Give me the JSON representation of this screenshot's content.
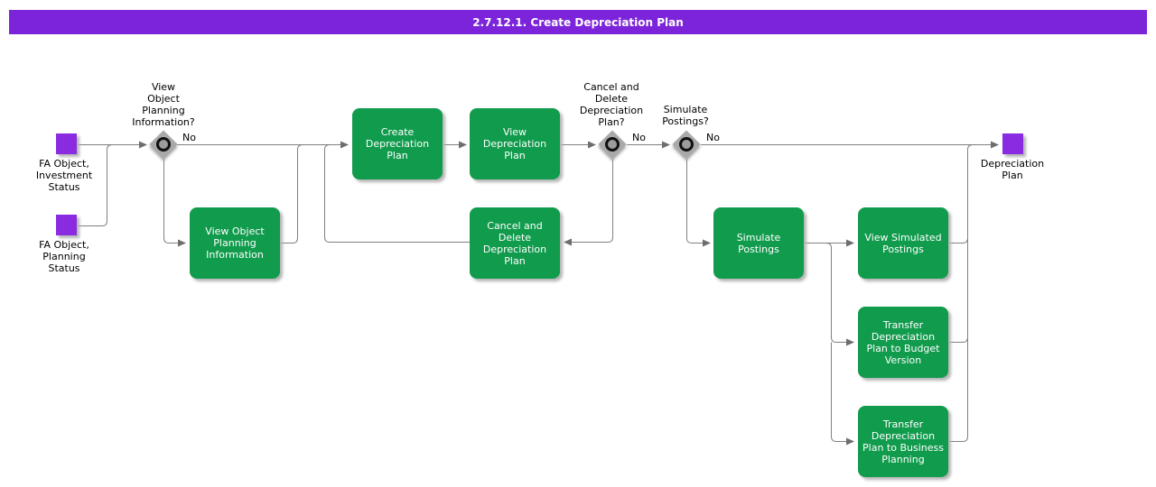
{
  "header": {
    "title": "2.7.12.1. Create Depreciation Plan"
  },
  "colors": {
    "banner": "#7c24d9",
    "event_square": "#8a2be2",
    "activity_box": "#119b4d",
    "connector": "#808080",
    "decision_diamond": "#a9a9a9"
  },
  "events": [
    {
      "label": "FA Object,\nInvestment\nStatus"
    },
    {
      "label": "FA Object,\nPlanning\nStatus"
    },
    {
      "label": "Depreciation\nPlan"
    }
  ],
  "decisions": [
    {
      "question": "View\nObject\nPlanning\nInformation?",
      "no_label": "No"
    },
    {
      "question": "Cancel and\nDelete\nDepreciation\nPlan?",
      "no_label": "No"
    },
    {
      "question": "Simulate\nPostings?",
      "no_label": "No"
    }
  ],
  "activities": [
    {
      "label": "View Object\nPlanning\nInformation"
    },
    {
      "label": "Create\nDepreciation\nPlan"
    },
    {
      "label": "View\nDepreciation\nPlan"
    },
    {
      "label": "Cancel and\nDelete\nDepreciation\nPlan"
    },
    {
      "label": "Simulate\nPostings"
    },
    {
      "label": "View Simulated\nPostings"
    },
    {
      "label": "Transfer\nDepreciation\nPlan to Budget\nVersion"
    },
    {
      "label": "Transfer\nDepreciation\nPlan to Business\nPlanning"
    }
  ]
}
